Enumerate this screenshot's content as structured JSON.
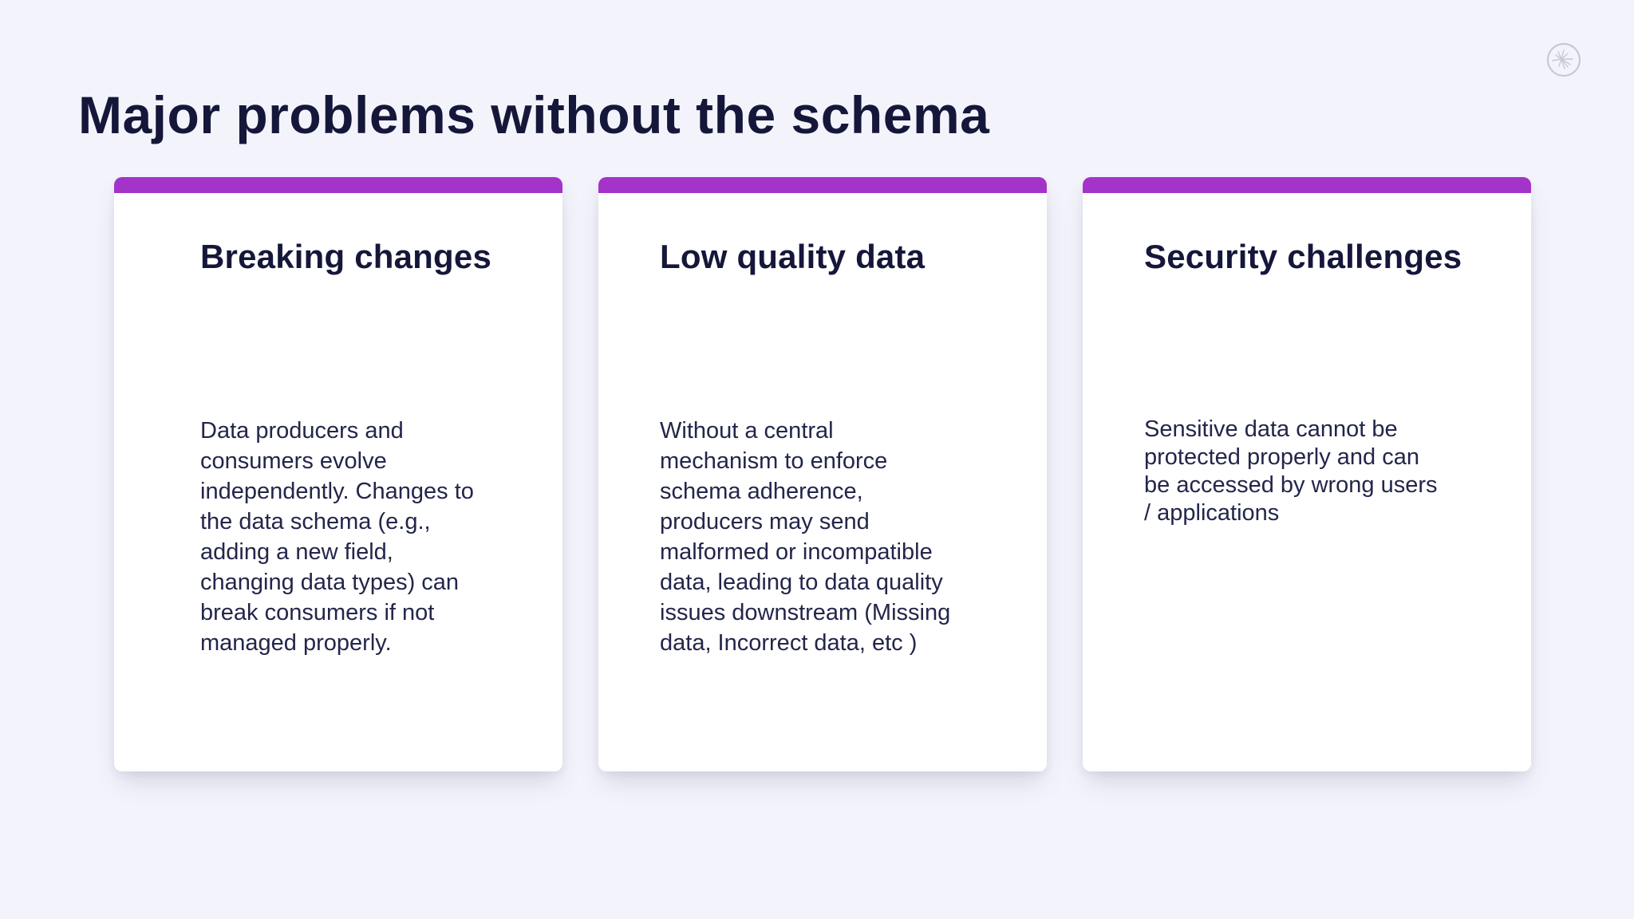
{
  "slide": {
    "title": "Major problems without the schema",
    "background_color": "#F3F4FB",
    "accent_color": "#A433C9",
    "title_color": "#15173A",
    "body_text_color": "#23264A",
    "icons": {
      "top_right": "burst-icon",
      "top_right_color": "#C5C8D6"
    },
    "cards": [
      {
        "heading": "Breaking changes",
        "body": "Data producers and\nconsumers evolve\nindependently. Changes to\nthe data schema (e.g.,\nadding a new field,\nchanging data types) can\nbreak consumers if not\nmanaged properly."
      },
      {
        "heading": "Low quality data",
        "body": "Without a central\nmechanism to enforce\nschema adherence,\nproducers may send\nmalformed or incompatible\ndata, leading to data quality\nissues downstream (Missing\ndata, Incorrect data, etc )"
      },
      {
        "heading": "Security challenges",
        "body": "Sensitive data cannot be\nprotected properly and can\nbe accessed by wrong users\n/ applications"
      }
    ]
  }
}
